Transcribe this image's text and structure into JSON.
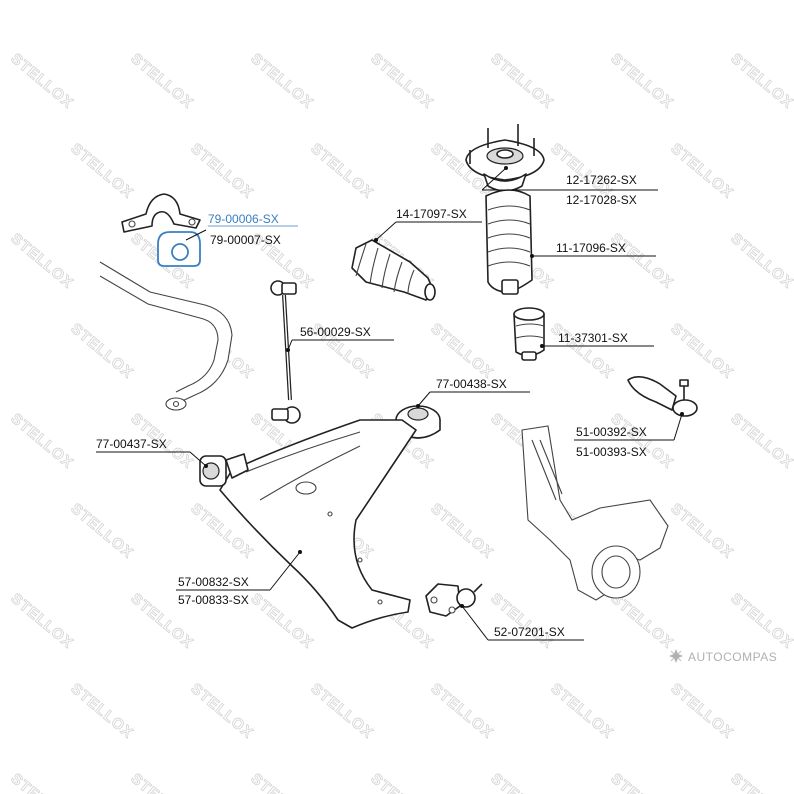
{
  "watermark_text": "STELLOX",
  "watermark_color": "#d4d4d4",
  "highlight_color": "#3a7fc0",
  "labels": {
    "p1": "79-00006-SX",
    "p2": "79-00007-SX",
    "p3": "14-17097-SX",
    "p4": "12-17262-SX",
    "p5": "12-17028-SX",
    "p6": "11-17096-SX",
    "p7": "56-00029-SX",
    "p8": "11-37301-SX",
    "p9": "77-00438-SX",
    "p10": "51-00392-SX",
    "p11": "51-00393-SX",
    "p12": "77-00437-SX",
    "p13": "57-00832-SX",
    "p14": "57-00833-SX",
    "p15": "52-07201-SX"
  },
  "footer_brand": "AUTOCOMPAS",
  "footer_icon": "autocompas-logo-icon"
}
